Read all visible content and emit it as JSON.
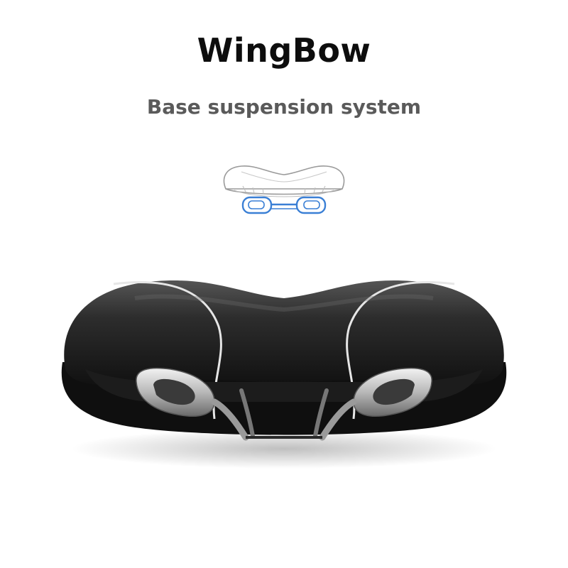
{
  "header": {
    "title": "WingBow",
    "subtitle": "Base suspension system"
  },
  "colors": {
    "title": "#0d0d0d",
    "subtitle": "#5a5a5a",
    "suspension_highlight": "#3a7fd5",
    "saddle_body": "#2b2b2b",
    "saddle_trim": "#e6e6e6",
    "rail_metal": "#c4c4c4"
  },
  "icons": {
    "diagram": "saddle-suspension-diagram-icon",
    "product": "bicycle-saddle-image"
  }
}
